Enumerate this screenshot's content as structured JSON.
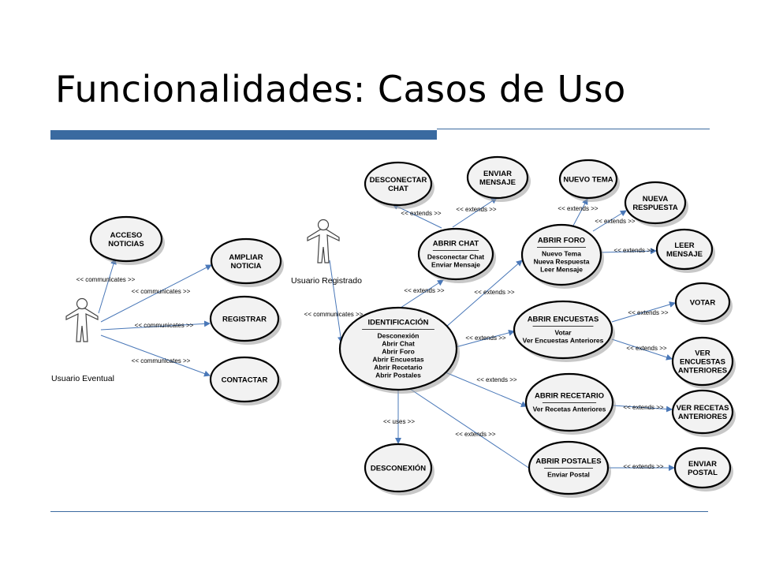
{
  "slide": {
    "title": "Funcionalidades: Casos de Uso"
  },
  "colors": {
    "accent_bar": "#3a6aa0",
    "edge": "#4a78b8",
    "node_fill": "#f2f2f2"
  },
  "actors": [
    {
      "id": "eventual",
      "label": "Usuario Eventual"
    },
    {
      "id": "registrado",
      "label": "Usuario Registrado"
    }
  ],
  "use_cases": [
    {
      "id": "acceso",
      "lines": [
        "ACCESO",
        "NOTICIAS"
      ]
    },
    {
      "id": "ampliar",
      "lines": [
        "AMPLIAR",
        "NOTICIA"
      ]
    },
    {
      "id": "registrar",
      "lines": [
        "REGISTRAR"
      ]
    },
    {
      "id": "contactar",
      "lines": [
        "CONTACTAR"
      ]
    },
    {
      "id": "desconectar_chat",
      "lines": [
        "DESCONECTAR",
        "CHAT"
      ]
    },
    {
      "id": "enviar_mensaje",
      "lines": [
        "ENVIAR",
        "MENSAJE"
      ]
    },
    {
      "id": "abrir_chat",
      "lines": [
        "ABRIR CHAT"
      ],
      "items": [
        "Desconectar Chat",
        "Enviar Mensaje"
      ]
    },
    {
      "id": "nuevo_tema",
      "lines": [
        "NUEVO TEMA"
      ]
    },
    {
      "id": "nueva_respuesta",
      "lines": [
        "NUEVA",
        "RESPUESTA"
      ]
    },
    {
      "id": "leer_mensaje",
      "lines": [
        "LEER",
        "MENSAJE"
      ]
    },
    {
      "id": "abrir_foro",
      "lines": [
        "ABRIR FORO"
      ],
      "items": [
        "Nuevo Tema",
        "Nueva Respuesta",
        "Leer Mensaje"
      ]
    },
    {
      "id": "identificacion",
      "lines": [
        "IDENTIFICACIÓN"
      ],
      "items": [
        "Desconexión",
        "Abrir Chat",
        "Abrir Foro",
        "Abrir Encuestas",
        "Abrir Recetario",
        "Abrir Postales"
      ]
    },
    {
      "id": "abrir_encuestas",
      "lines": [
        "ABRIR ENCUESTAS"
      ],
      "items": [
        "Votar",
        "Ver Encuestas Anteriores"
      ]
    },
    {
      "id": "votar",
      "lines": [
        "VOTAR"
      ]
    },
    {
      "id": "ver_encuestas",
      "lines": [
        "VER",
        "ENCUESTAS",
        "ANTERIORES"
      ]
    },
    {
      "id": "abrir_recetario",
      "lines": [
        "ABRIR RECETARIO"
      ],
      "items": [
        "Ver Recetas Anteriores"
      ]
    },
    {
      "id": "ver_recetas",
      "lines": [
        "VER RECETAS",
        "ANTERIORES"
      ]
    },
    {
      "id": "desconexion",
      "lines": [
        "DESCONEXIÓN"
      ]
    },
    {
      "id": "abrir_postales",
      "lines": [
        "ABRIR POSTALES"
      ],
      "items": [
        "Enviar Postal"
      ]
    },
    {
      "id": "enviar_postal",
      "lines": [
        "ENVIAR",
        "POSTAL"
      ]
    }
  ],
  "relations": [
    {
      "from": "eventual",
      "to": "acceso",
      "label": "<< communicates >>"
    },
    {
      "from": "eventual",
      "to": "ampliar",
      "label": "<< communicates >>"
    },
    {
      "from": "eventual",
      "to": "registrar",
      "label": "<< communicates >>"
    },
    {
      "from": "eventual",
      "to": "contactar",
      "label": "<< communicates >>"
    },
    {
      "from": "registrado",
      "to": "identificacion",
      "label": "<< communicates >>"
    },
    {
      "from": "identificacion",
      "to": "abrir_chat",
      "label": "<< extends >>"
    },
    {
      "from": "identificacion",
      "to": "abrir_foro",
      "label": "<< extends >>"
    },
    {
      "from": "identificacion",
      "to": "abrir_encuestas",
      "label": "<< extends >>"
    },
    {
      "from": "identificacion",
      "to": "abrir_recetario",
      "label": "<< extends >>"
    },
    {
      "from": "identificacion",
      "to": "abrir_postales",
      "label": "<< extends >>"
    },
    {
      "from": "identificacion",
      "to": "desconexion",
      "label": "<< uses >>"
    },
    {
      "from": "abrir_chat",
      "to": "desconectar_chat",
      "label": "<< extends >>"
    },
    {
      "from": "abrir_chat",
      "to": "enviar_mensaje",
      "label": "<< extends >>"
    },
    {
      "from": "abrir_foro",
      "to": "nuevo_tema",
      "label": "<< extends >>"
    },
    {
      "from": "abrir_foro",
      "to": "nueva_respuesta",
      "label": "<< extends >>"
    },
    {
      "from": "abrir_foro",
      "to": "leer_mensaje",
      "label": "<< extends >>"
    },
    {
      "from": "abrir_encuestas",
      "to": "votar",
      "label": "<< extends >>"
    },
    {
      "from": "abrir_encuestas",
      "to": "ver_encuestas",
      "label": "<< extends >>"
    },
    {
      "from": "abrir_recetario",
      "to": "ver_recetas",
      "label": "<< extends >>"
    },
    {
      "from": "abrir_postales",
      "to": "enviar_postal",
      "label": "<< extends >>"
    }
  ]
}
